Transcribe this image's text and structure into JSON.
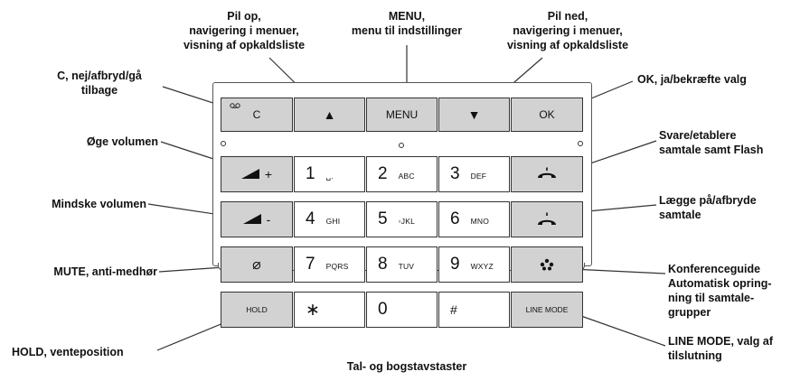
{
  "labels": {
    "pil_op": [
      "Pil op,",
      "navigering i menuer,",
      "visning af opkaldsliste"
    ],
    "menu": [
      "MENU,",
      "menu til indstillinger"
    ],
    "pil_ned": [
      "Pil ned,",
      "navigering i menuer,",
      "visning af opkaldsliste"
    ],
    "c_back": [
      "C, nej/afbryd/gå",
      "tilbage"
    ],
    "ok": [
      "OK, ja/bekræfte valg"
    ],
    "vol_up": [
      "Øge volumen"
    ],
    "vol_down": [
      "Mindske volumen"
    ],
    "mute": [
      "MUTE, anti-medhør"
    ],
    "hold": [
      "HOLD, venteposition"
    ],
    "answer": [
      "Svare/etablere",
      "samtale samt Flash"
    ],
    "hangup": [
      "Lægge på/afbryde",
      "samtale"
    ],
    "conference": [
      "Konferenceguide",
      "Automatisk opring-",
      "ning til samtale-",
      "grupper"
    ],
    "linemode": [
      "LINE MODE, valg af",
      "tilslutning"
    ],
    "digits": [
      "Tal- og bogstavstaster"
    ]
  },
  "keys": {
    "c": "C",
    "c_icon": "voicemail-icon",
    "up": "▲",
    "menu": "MENU",
    "down": "▼",
    "ok": "OK",
    "vol_up": "+",
    "vol_down": "-",
    "mute": "⌀",
    "hold": "HOLD",
    "linemode": "LINE MODE",
    "answer_icon": "handset-up-icon",
    "hangup_icon": "handset-down-icon",
    "conference_icon": "conference-icon",
    "k1": {
      "d": "1",
      "s": "␣."
    },
    "k2": {
      "d": "2",
      "s": "ABC"
    },
    "k3": {
      "d": "3",
      "s": "DEF"
    },
    "k4": {
      "d": "4",
      "s": "GHI"
    },
    "k5": {
      "d": "5",
      "s": "▫JKL"
    },
    "k6": {
      "d": "6",
      "s": "MNO"
    },
    "k7": {
      "d": "7",
      "s": "PQRS"
    },
    "k8": {
      "d": "8",
      "s": "TUV"
    },
    "k9": {
      "d": "9",
      "s": "WXYZ"
    },
    "star": "∗",
    "k0": "0",
    "hash": "#"
  }
}
